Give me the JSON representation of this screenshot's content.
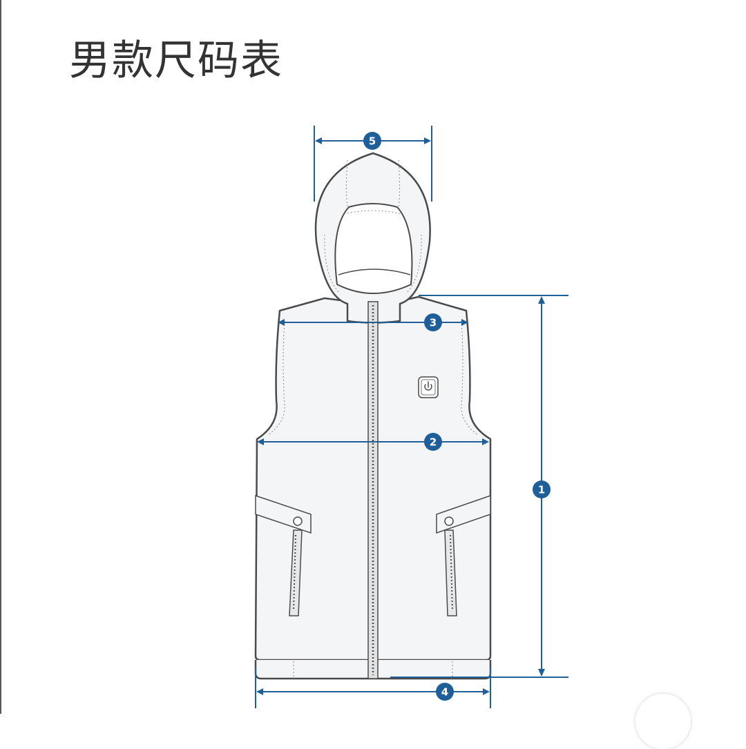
{
  "page": {
    "title": "男款尺码表"
  },
  "markers": [
    {
      "id": "m1",
      "label": "1"
    },
    {
      "id": "m2",
      "label": "2"
    },
    {
      "id": "m3",
      "label": "3"
    },
    {
      "id": "m4",
      "label": "4"
    },
    {
      "id": "m5",
      "label": "5"
    }
  ],
  "colors": {
    "dimension": "#1f5f99",
    "outline": "#4a4a4a",
    "fill": "#f4f5f7"
  },
  "icons": {
    "power": "power-icon"
  }
}
